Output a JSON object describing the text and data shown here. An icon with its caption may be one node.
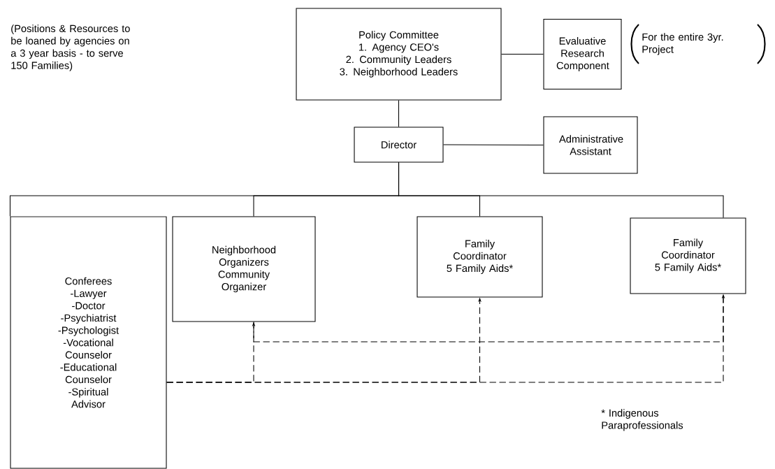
{
  "diagram": {
    "nodes": [
      {
        "text": [
          "Policy Committee",
          "1. Agency CEO's",
          "2. Community Leaders",
          "3. Neighborhood Leaders"
        ]
      },
      {
        "text": [
          "Evaluative Research Component"
        ],
        "beside": [
          "For the entire 3yr. Project"
        ]
      },
      {
        "text": [
          "Director"
        ]
      },
      {
        "text": [
          "Administrative Assistant"
        ]
      },
      {
        "text": [
          "Conferees",
          "-Lawyer",
          "-Doctor",
          "-Psychiatrist",
          "-Psychologist",
          "-Vocational Counselor",
          "-Educational Counselor",
          "-Spiritual Advisor"
        ]
      },
      {
        "text": [
          "Neighborhood Organizers",
          "Community Organizer"
        ]
      },
      {
        "text": [
          "Family Coordinator",
          "5 Family Aids*"
        ]
      },
      {
        "text": [
          "Family Coordinator",
          "5 Family Aids*"
        ]
      }
    ],
    "edges": [
      {
        "from": 0,
        "to": 2,
        "arrow": "none"
      },
      {
        "from": 0,
        "to": 1,
        "arrow": "none"
      },
      {
        "from": 2,
        "to": 3,
        "arrow": "none"
      },
      {
        "from": 2,
        "to": 4,
        "arrow": "none"
      },
      {
        "from": 2,
        "to": 5,
        "arrow": "none"
      },
      {
        "from": 2,
        "to": 6,
        "arrow": "none"
      },
      {
        "from": 2,
        "to": 7,
        "arrow": "none"
      },
      {
        "from": 4,
        "to": 5,
        "arrow": "to",
        "style": "dashed"
      },
      {
        "from": 4,
        "to": 6,
        "arrow": "to",
        "style": "dashed"
      },
      {
        "from": 4,
        "to": 7,
        "arrow": "to",
        "style": "dashed"
      },
      {
        "from": 5,
        "to": 7,
        "arrow": "none",
        "style": "dashed"
      }
    ],
    "labels": [
      "(Positions & Resources to be loaned by agencies on a 3 year basis - to serve 150 Families)",
      "* Indigenous Paraprofessionals"
    ]
  }
}
